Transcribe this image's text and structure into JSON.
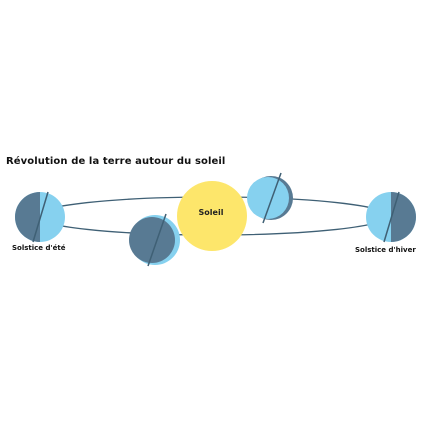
{
  "diagram": {
    "title": "Révolution de la terre autour du soleil",
    "sun_label": "Soleil",
    "summer_solstice_label": "Solstice d'été",
    "winter_solstice_label": "Solstice d'hiver"
  },
  "colors": {
    "sun": "#fde66b",
    "earth_lit": "#86d1ef",
    "earth_dark": "#587a93",
    "orbit": "#3f6075",
    "axis": "#3f6075",
    "text": "#111111"
  }
}
